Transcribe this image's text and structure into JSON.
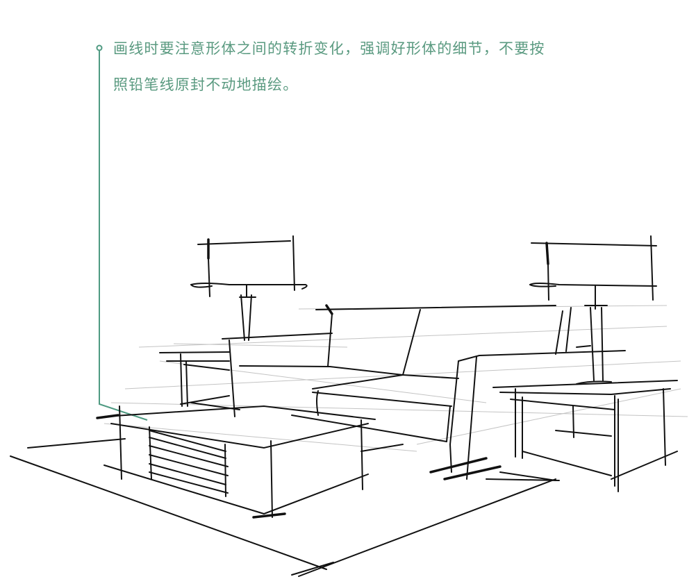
{
  "annotation": {
    "line1": "画线时要注意形体之间的转折变化，强调好形体的细节，不要按",
    "line2": "照铅笔线原封不动地描绘。",
    "color": "#5a9a80"
  },
  "illustration": {
    "subject": "hand-drawn perspective sketch of living room furniture",
    "elements": [
      "floor-lamp-left",
      "floor-lamp-right",
      "sofa",
      "side-table-left",
      "side-table-right",
      "coffee-table",
      "rug-outline"
    ]
  }
}
